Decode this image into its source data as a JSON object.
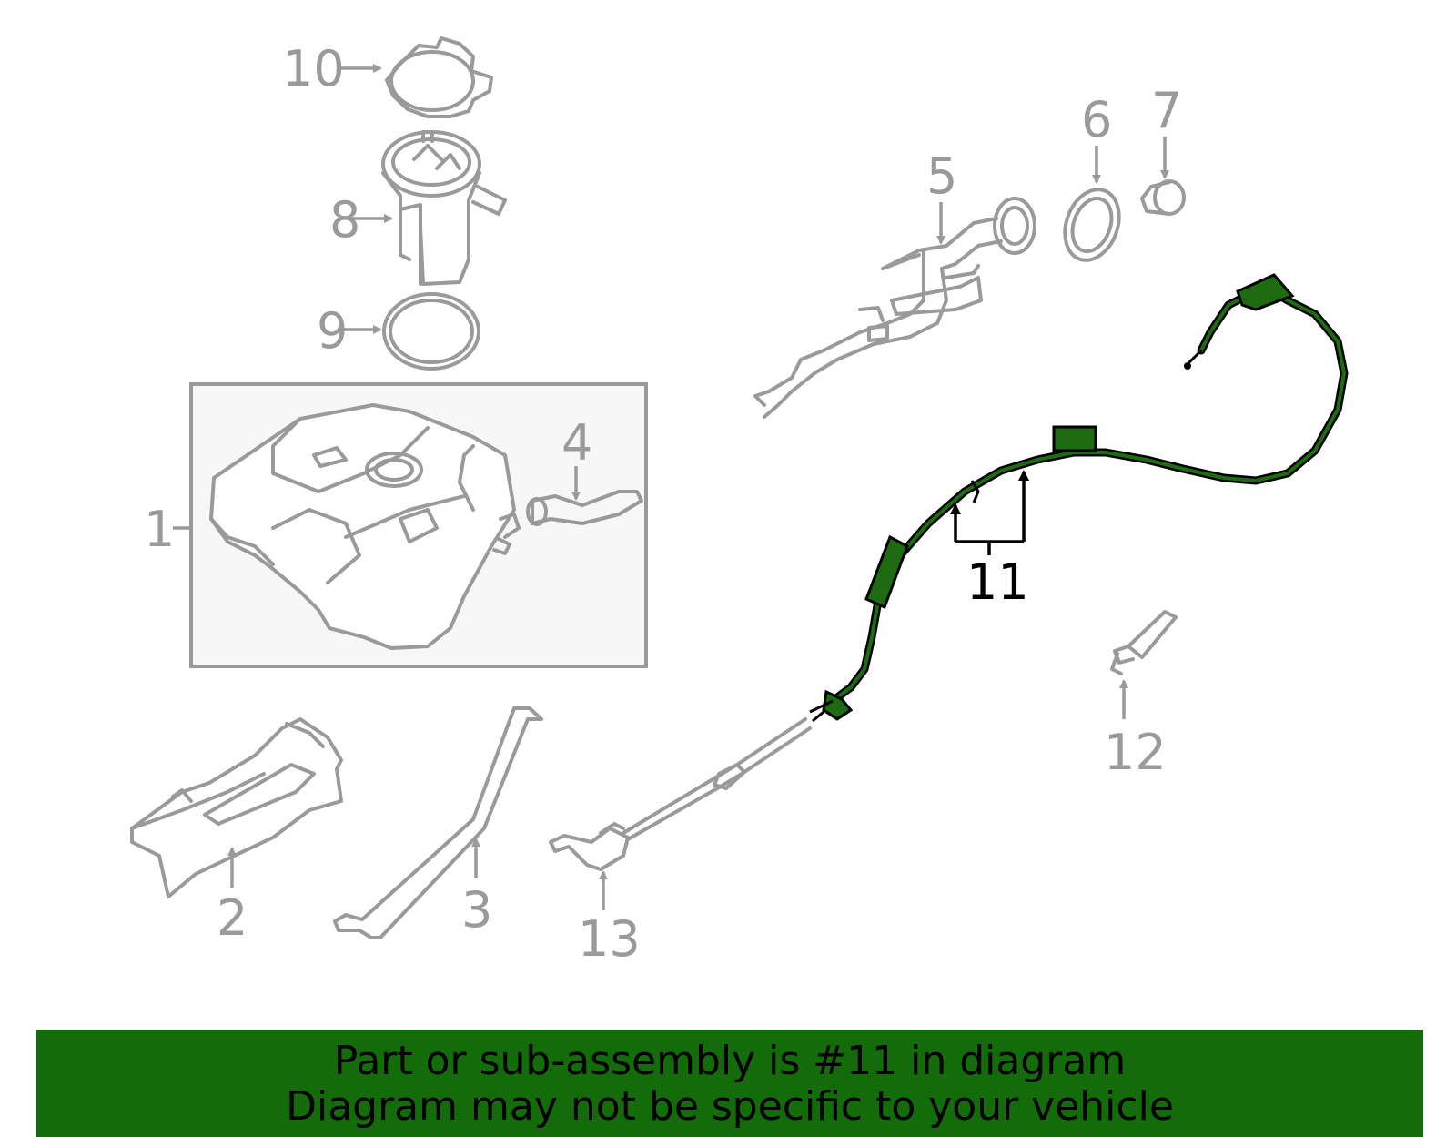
{
  "diagram": {
    "callouts": [
      "1",
      "2",
      "3",
      "4",
      "5",
      "6",
      "7",
      "8",
      "9",
      "10",
      "11",
      "12",
      "13"
    ],
    "highlighted_callout": "11",
    "highlight_color": "#146b0a"
  },
  "banner": {
    "line1": "Part or sub-assembly is #11 in diagram",
    "line2": "Diagram may not be specific to your vehicle"
  }
}
